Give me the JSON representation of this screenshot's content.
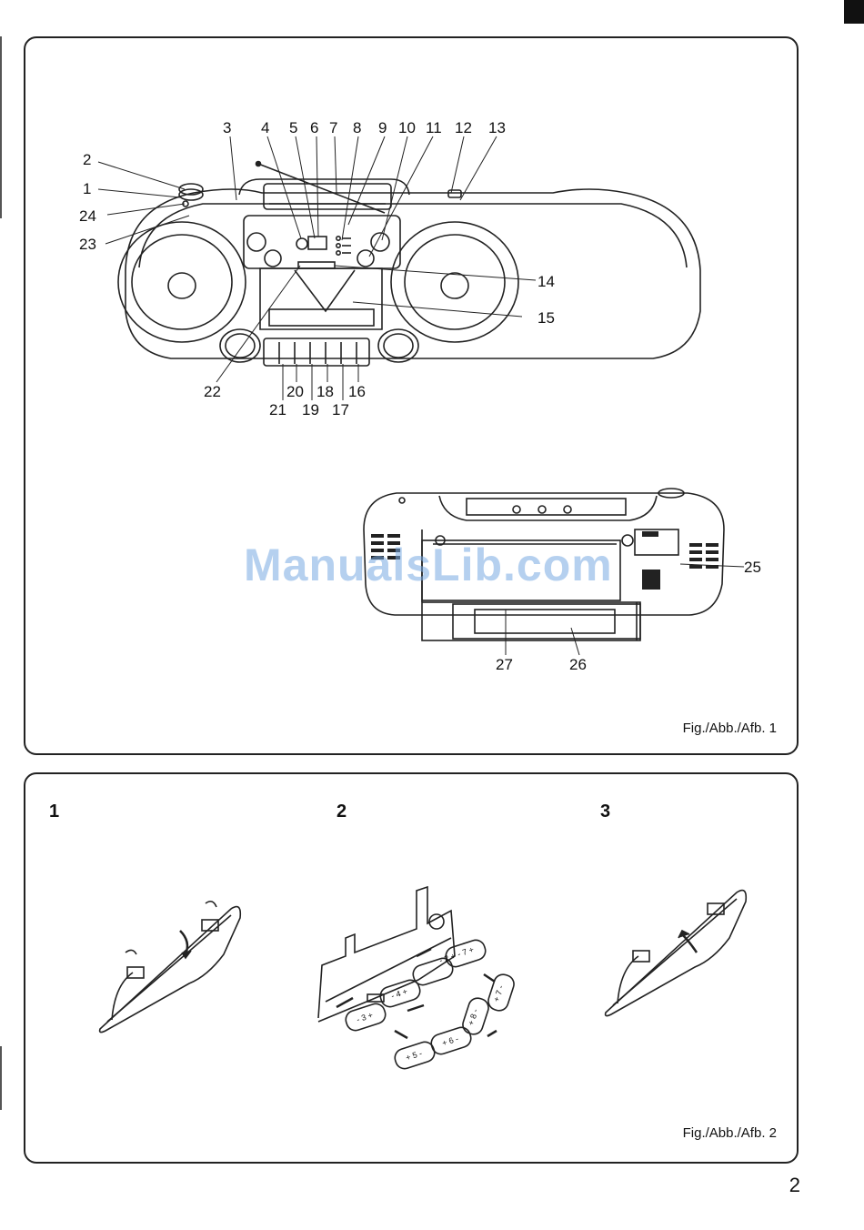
{
  "figure1": {
    "callouts_top": [
      "3",
      "4",
      "5",
      "6",
      "7",
      "8",
      "9",
      "10",
      "11",
      "12",
      "13"
    ],
    "callouts_left": [
      "2",
      "1",
      "24",
      "23"
    ],
    "callouts_right": [
      "14",
      "15"
    ],
    "callouts_bottom": [
      "22",
      "21",
      "20",
      "19",
      "18",
      "17",
      "16"
    ],
    "callouts_back": [
      "25",
      "27",
      "26"
    ],
    "caption": "Fig./Abb./Afb. 1"
  },
  "figure2": {
    "steps": [
      "1",
      "2",
      "3"
    ],
    "battery_labels": [
      "- 2 +",
      "- 7 +",
      "- 4 +",
      "- 3 +",
      "+ 5 -",
      "+ 6 -",
      "+ 8 -",
      "+ 7 -"
    ],
    "caption": "Fig./Abb./Afb. 2"
  },
  "watermark": "ManualsLib.com",
  "page_number": "2"
}
